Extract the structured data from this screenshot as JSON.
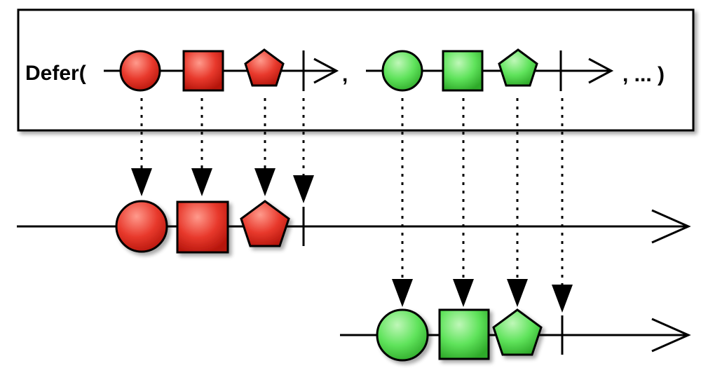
{
  "operator": {
    "label": "Defer(",
    "separator": ",",
    "ellipsis": ", ... )"
  },
  "colors": {
    "red_fill": "#e8392c",
    "red_highlight": "#ff9a8c",
    "red_shadow": "#b5150b",
    "green_fill": "#5fe35b",
    "green_highlight": "#bff7b8",
    "green_shadow": "#2faa2a",
    "stroke": "#000000"
  },
  "observables": [
    {
      "name": "red-sequence",
      "color": "red",
      "items": [
        "circle-marble",
        "square-marble",
        "pentagon-marble",
        "completion-marker"
      ]
    },
    {
      "name": "green-sequence",
      "color": "green",
      "items": [
        "circle-marble",
        "square-marble",
        "pentagon-marble",
        "completion-marker"
      ]
    }
  ]
}
